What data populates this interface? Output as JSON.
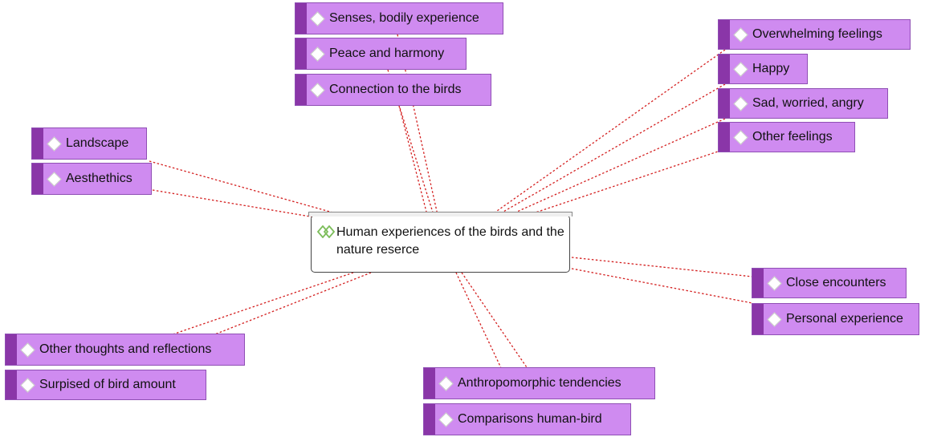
{
  "colors": {
    "node_fill": "#cf8bf0",
    "node_bar": "#8a36a8",
    "link": "#d42020",
    "central_icon": "#7cbd5a"
  },
  "central": {
    "icon": "double-diamond-icon",
    "title": "Human experiences of the birds and the nature reserce"
  },
  "nodes": {
    "senses": "Senses, bodily experience",
    "peace": "Peace and harmony",
    "connection": "Connection to the birds",
    "overwhelming": "Overwhelming feelings",
    "happy": "Happy",
    "sad": "Sad, worried, angry",
    "other_feelings": "Other feelings",
    "landscape": "Landscape",
    "aesthetics": "Aesthethics",
    "close": "Close encounters",
    "personal": "Personal experience",
    "other_thoughts": "Other thoughts and reflections",
    "surprised": "Surpised of bird amount",
    "anthropomorphic": "Anthropomorphic tendencies",
    "comparisons": "Comparisons human-bird"
  }
}
